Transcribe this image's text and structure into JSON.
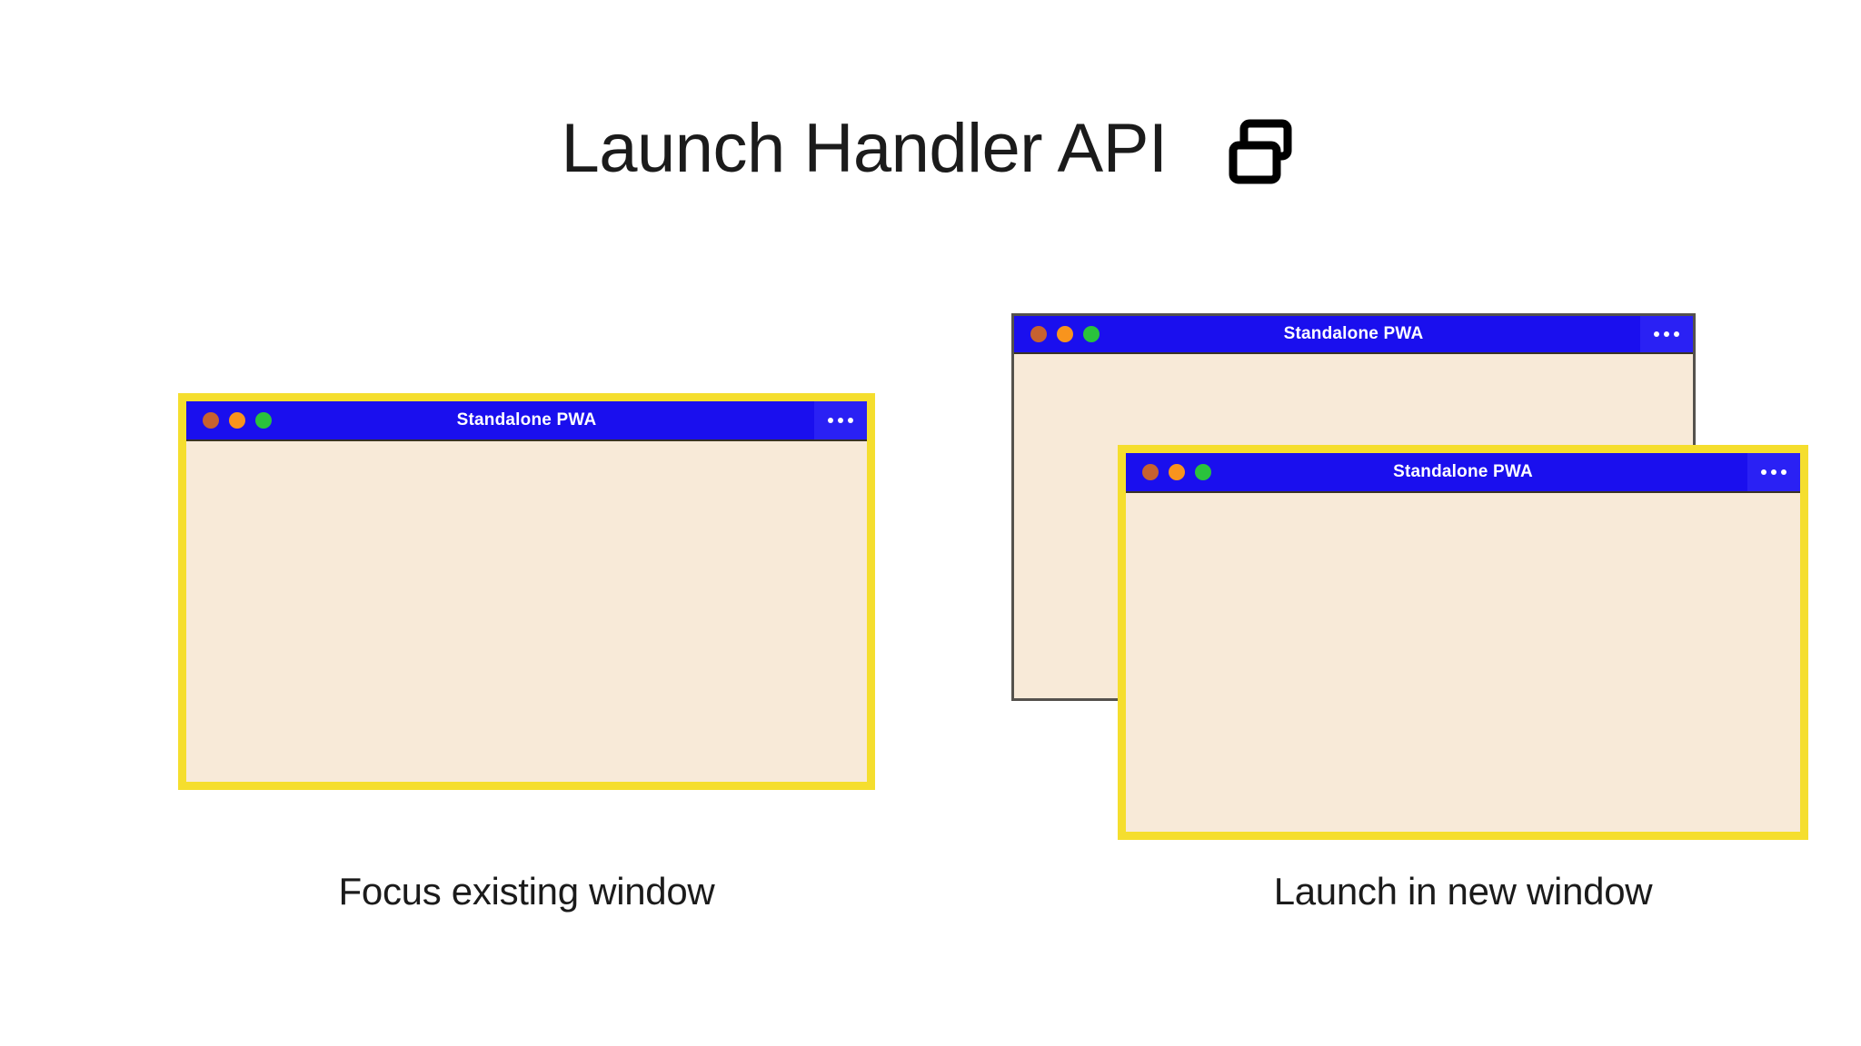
{
  "header": {
    "title": "Launch Handler API",
    "icon": "multiple-windows-icon"
  },
  "scene": {
    "left_group": {
      "caption": "Focus existing window",
      "windows": [
        {
          "title": "Standalone PWA",
          "highlighted": true,
          "menu_icon": "overflow-menu-icon",
          "controls": [
            "close-dot",
            "minimize-dot",
            "maximize-dot"
          ]
        }
      ]
    },
    "right_group": {
      "caption": "Launch in new window",
      "windows": [
        {
          "title": "Standalone PWA",
          "highlighted": false,
          "menu_icon": "overflow-menu-icon",
          "controls": [
            "close-dot",
            "minimize-dot",
            "maximize-dot"
          ]
        },
        {
          "title": "Standalone PWA",
          "highlighted": true,
          "menu_icon": "overflow-menu-icon",
          "controls": [
            "close-dot",
            "minimize-dot",
            "maximize-dot"
          ]
        }
      ]
    }
  },
  "colors": {
    "titlebar_blue": "#1a0fee",
    "menu_blue": "#2a21f4",
    "highlight_yellow": "#f5de2e",
    "window_body": "#f8ead8",
    "dot_red": "#c7622f",
    "dot_amber": "#f8941d",
    "dot_green": "#2ac33c",
    "text_dark": "#1b1b1b",
    "page_background": "#ffffff"
  }
}
